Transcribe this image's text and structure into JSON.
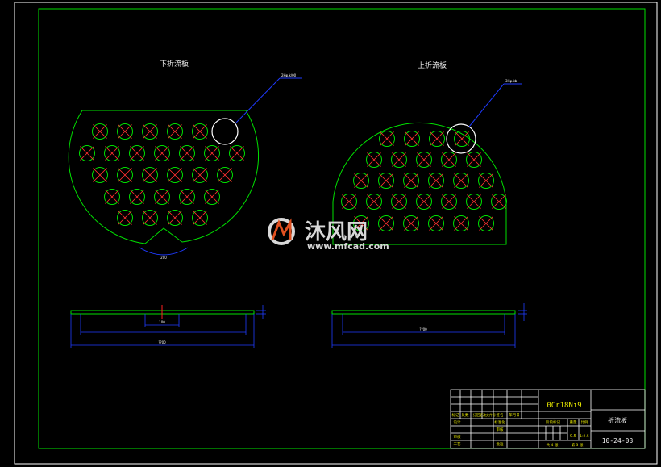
{
  "colors": {
    "background": "#000000",
    "frame": "#ffffff",
    "outline": "#00e000",
    "dimension": "#1f3bff",
    "hole_cross": "#ff3030",
    "center_mark": "#ff2020",
    "highlight_circle": "#ffffff",
    "text": "#f0f0f0",
    "table_text": "#e8e800",
    "watermark": "#d8d8d8",
    "watermark_accent": "#e05020"
  },
  "views": {
    "lower_baffle_title": "下折流板",
    "upper_baffle_title": "上折流板",
    "lower_leader_text": "2Hφ.k/00",
    "upper_leader_text": "3Hφ.kb",
    "lower_notch_dim": "200",
    "lower_bar_center_dim": "100",
    "lower_bar_width_dim": "??00",
    "upper_bar_width_dim": "??00"
  },
  "watermark": {
    "brand": "沐风网",
    "url": "www.mfcad.com"
  },
  "title_block": {
    "material": "0Cr18Ni9",
    "part_name": "折流板",
    "drawing_number": "10-24-03",
    "mark_label": "标记",
    "count_label": "处数",
    "zone_label": "分区",
    "change_doc_label": "更改文件号",
    "signature_label": "签名",
    "date_label": "年月日",
    "design_label": "设计",
    "standardize_label": "标准化",
    "review_label": "审核",
    "craft_label": "工艺",
    "approve_label": "批准",
    "stage_label": "阶段标记",
    "weight_label": "重量",
    "scale_label": "比例",
    "weight_value": "0.5",
    "scale_value": "1:2.5",
    "sheets_total_label": "共 4 张",
    "sheet_no_label": "第 3 张"
  }
}
